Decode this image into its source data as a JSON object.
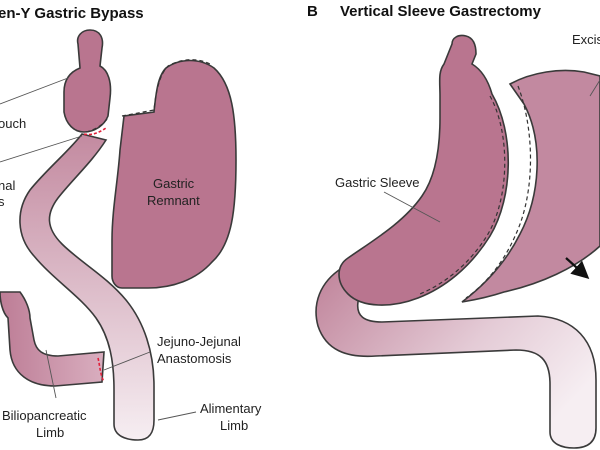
{
  "panel_a": {
    "title": "en-Y Gastric Bypass",
    "labels": {
      "pouch": "ouch",
      "anastomosis_partial_1": "nal",
      "anastomosis_partial_2": "s",
      "gastric_remnant_1": "Gastric",
      "gastric_remnant_2": "Remnant",
      "jejuno_1": "Jejuno-Jejunal",
      "jejuno_2": "Anastomosis",
      "bilio_1": "Biliopancreatic",
      "bilio_2": "Limb",
      "alimentary_1": "Alimentary",
      "alimentary_2": "Limb"
    }
  },
  "panel_b": {
    "letter": "B",
    "title": "Vertical Sleeve Gastrectomy",
    "labels": {
      "gastric_sleeve": "Gastric Sleeve",
      "excised": "Excis"
    }
  },
  "colors": {
    "organ_pink": "#b9758f",
    "organ_light": "#f2e6ec",
    "suture_red": "#e0203a"
  }
}
